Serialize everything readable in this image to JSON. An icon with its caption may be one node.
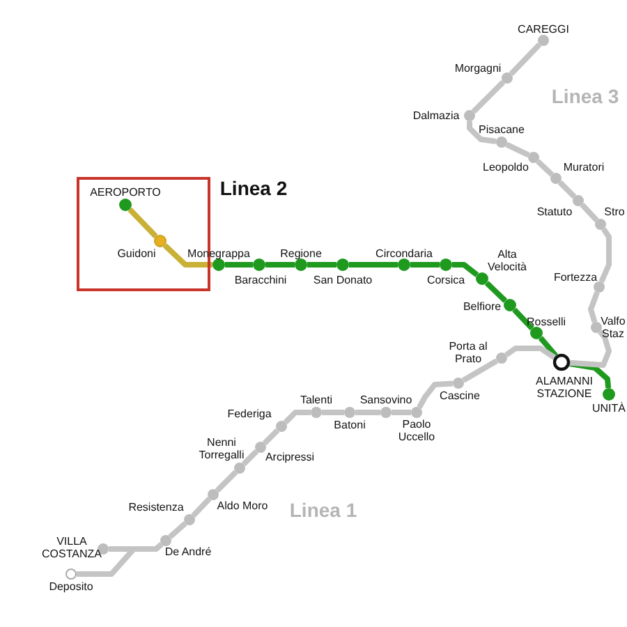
{
  "diagram": {
    "nodes": [
      {
        "text": [],
        "shape": "box"
      },
      {
        "text": [],
        "shape": "circle",
        "beside": [
          "AEROPORTO"
        ],
        "in": 0
      },
      {
        "text": [],
        "shape": "circle",
        "beside": [
          "Guidoni"
        ],
        "in": 0
      },
      {
        "text": [],
        "shape": "circle",
        "beside": [
          "Monegrappa"
        ]
      },
      {
        "text": [],
        "shape": "circle",
        "beside": [
          "Baracchini"
        ]
      },
      {
        "text": [],
        "shape": "circle",
        "beside": [
          "Regione"
        ]
      },
      {
        "text": [],
        "shape": "circle",
        "beside": [
          "San Donato"
        ]
      },
      {
        "text": [],
        "shape": "circle",
        "beside": [
          "Circondaria"
        ]
      },
      {
        "text": [],
        "shape": "circle",
        "beside": [
          "Corsica"
        ]
      },
      {
        "text": [],
        "shape": "circle",
        "beside": [
          "Alta Velocità"
        ]
      },
      {
        "text": [],
        "shape": "circle",
        "beside": [
          "Belfiore"
        ]
      },
      {
        "text": [],
        "shape": "circle",
        "beside": [
          "Rosselli"
        ]
      },
      {
        "text": [],
        "shape": "circle",
        "beside": [
          "ALAMANNI STAZIONE"
        ]
      },
      {
        "text": [],
        "shape": "circle",
        "beside": [
          "UNITÀ"
        ]
      },
      {
        "text": [],
        "shape": "circle",
        "beside": [
          "Porta al Prato"
        ]
      },
      {
        "text": [],
        "shape": "circle",
        "beside": [
          "Cascine"
        ]
      },
      {
        "text": [],
        "shape": "circle",
        "beside": [
          "Paolo Uccello"
        ]
      },
      {
        "text": [],
        "shape": "circle",
        "beside": [
          "Sansovino"
        ]
      },
      {
        "text": [],
        "shape": "circle",
        "beside": [
          "Batoni"
        ]
      },
      {
        "text": [],
        "shape": "circle",
        "beside": [
          "Talenti"
        ]
      },
      {
        "text": [],
        "shape": "circle",
        "beside": [
          "Federiga"
        ]
      },
      {
        "text": [],
        "shape": "circle",
        "beside": [
          "Arcipressi"
        ]
      },
      {
        "text": [],
        "shape": "circle",
        "beside": [
          "Nenni Torregalli"
        ]
      },
      {
        "text": [],
        "shape": "circle",
        "beside": [
          "Aldo Moro"
        ]
      },
      {
        "text": [],
        "shape": "circle",
        "beside": [
          "Resistenza"
        ]
      },
      {
        "text": [],
        "shape": "circle",
        "beside": [
          "De André"
        ]
      },
      {
        "text": [],
        "shape": "circle",
        "beside": [
          "VILLA COSTANZA"
        ]
      },
      {
        "text": [],
        "shape": "circle",
        "beside": [
          "Deposito"
        ]
      },
      {
        "text": [],
        "shape": "circle",
        "beside": [
          "Valfo Staz"
        ]
      },
      {
        "text": [],
        "shape": "circle",
        "beside": [
          "Fortezza"
        ]
      },
      {
        "text": [],
        "shape": "circle",
        "beside": [
          "Stro"
        ]
      },
      {
        "text": [],
        "shape": "circle",
        "beside": [
          "Statuto"
        ]
      },
      {
        "text": [],
        "shape": "circle",
        "beside": [
          "Muratori"
        ]
      },
      {
        "text": [],
        "shape": "circle",
        "beside": [
          "Leopoldo"
        ]
      },
      {
        "text": [],
        "shape": "circle",
        "beside": [
          "Pisacane"
        ]
      },
      {
        "text": [],
        "shape": "circle",
        "beside": [
          "Dalmazia"
        ]
      },
      {
        "text": [],
        "shape": "circle",
        "beside": [
          "Morgagni"
        ]
      },
      {
        "text": [],
        "shape": "circle",
        "beside": [
          "CAREGGI"
        ]
      }
    ],
    "edges": [
      {
        "from": 1,
        "to": 2,
        "arrow": "none",
        "color": "#c9b037"
      },
      {
        "from": 2,
        "to": 3,
        "arrow": "none",
        "color": "#c9b037"
      },
      {
        "from": 3,
        "to": 4,
        "arrow": "none",
        "color": "#1f9a1f"
      },
      {
        "from": 4,
        "to": 5,
        "arrow": "none",
        "color": "#1f9a1f"
      },
      {
        "from": 5,
        "to": 6,
        "arrow": "none",
        "color": "#1f9a1f"
      },
      {
        "from": 6,
        "to": 7,
        "arrow": "none",
        "color": "#1f9a1f"
      },
      {
        "from": 7,
        "to": 8,
        "arrow": "none",
        "color": "#1f9a1f"
      },
      {
        "from": 8,
        "to": 9,
        "arrow": "none",
        "color": "#1f9a1f"
      },
      {
        "from": 9,
        "to": 10,
        "arrow": "none",
        "color": "#1f9a1f"
      },
      {
        "from": 10,
        "to": 11,
        "arrow": "none",
        "color": "#1f9a1f"
      },
      {
        "from": 11,
        "to": 12,
        "arrow": "none",
        "color": "#1f9a1f"
      },
      {
        "from": 12,
        "to": 13,
        "arrow": "none",
        "color": "#1f9a1f"
      },
      {
        "from": 12,
        "to": 14,
        "arrow": "none"
      },
      {
        "from": 14,
        "to": 15,
        "arrow": "none"
      },
      {
        "from": 15,
        "to": 16,
        "arrow": "none"
      },
      {
        "from": 16,
        "to": 17,
        "arrow": "none"
      },
      {
        "from": 17,
        "to": 18,
        "arrow": "none"
      },
      {
        "from": 18,
        "to": 19,
        "arrow": "none"
      },
      {
        "from": 19,
        "to": 20,
        "arrow": "none"
      },
      {
        "from": 20,
        "to": 21,
        "arrow": "none"
      },
      {
        "from": 21,
        "to": 22,
        "arrow": "none"
      },
      {
        "from": 22,
        "to": 23,
        "arrow": "none"
      },
      {
        "from": 23,
        "to": 24,
        "arrow": "none"
      },
      {
        "from": 24,
        "to": 25,
        "arrow": "none"
      },
      {
        "from": 25,
        "to": 26,
        "arrow": "none"
      },
      {
        "from": 25,
        "to": 27,
        "arrow": "none"
      },
      {
        "from": 12,
        "to": 28,
        "arrow": "none"
      },
      {
        "from": 28,
        "to": 29,
        "arrow": "none"
      },
      {
        "from": 29,
        "to": 30,
        "arrow": "none"
      },
      {
        "from": 30,
        "to": 31,
        "arrow": "none"
      },
      {
        "from": 31,
        "to": 32,
        "arrow": "none"
      },
      {
        "from": 32,
        "to": 33,
        "arrow": "none"
      },
      {
        "from": 33,
        "to": 34,
        "arrow": "none"
      },
      {
        "from": 34,
        "to": 35,
        "arrow": "none"
      },
      {
        "from": 35,
        "to": 36,
        "arrow": "none"
      },
      {
        "from": 36,
        "to": 37,
        "arrow": "none"
      }
    ],
    "labels": [
      "Linea 2",
      "Linea 3",
      "Linea 1"
    ]
  }
}
